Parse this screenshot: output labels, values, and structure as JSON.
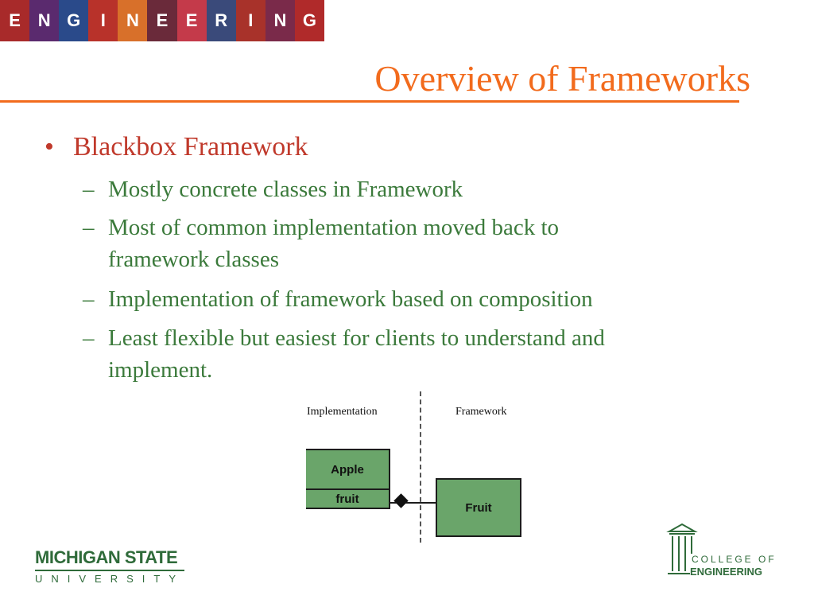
{
  "banner": {
    "letters": [
      "E",
      "N",
      "G",
      "I",
      "N",
      "E",
      "E",
      "R",
      "I",
      "N",
      "G"
    ],
    "tile_colors": [
      "#a82a2a",
      "#5a2a6e",
      "#2a4a8a",
      "#b8322a",
      "#d8702a",
      "#6a2a3a",
      "#c43a4a",
      "#3a4a7a",
      "#a8322a",
      "#7a2a4a",
      "#b02a2a"
    ]
  },
  "slide": {
    "title": "Overview of Frameworks",
    "bullet": "Blackbox Framework",
    "bullet_marker": "•",
    "dash": "–",
    "subs": [
      "Mostly concrete classes in Framework",
      "Most of common implementation moved back to framework classes",
      "Implementation of framework based on composition",
      "Least flexible but easiest for clients to understand and implement."
    ]
  },
  "diagram": {
    "left_label": "Implementation",
    "right_label": "Framework",
    "class_a_name": "Apple",
    "class_a_attr": "fruit",
    "class_b_name": "Fruit"
  },
  "footer": {
    "msu_line1": "MICHIGAN STATE",
    "msu_line2": "UNIVERSITY",
    "coe_line1": "COLLEGE OF",
    "coe_line2": "ENGINEERING"
  },
  "colors": {
    "title": "#f26b1d",
    "bullet": "#c0392b",
    "sub": "#3b7a3b",
    "box_fill": "#6aa56a",
    "logo_green": "#2f6b3a"
  }
}
